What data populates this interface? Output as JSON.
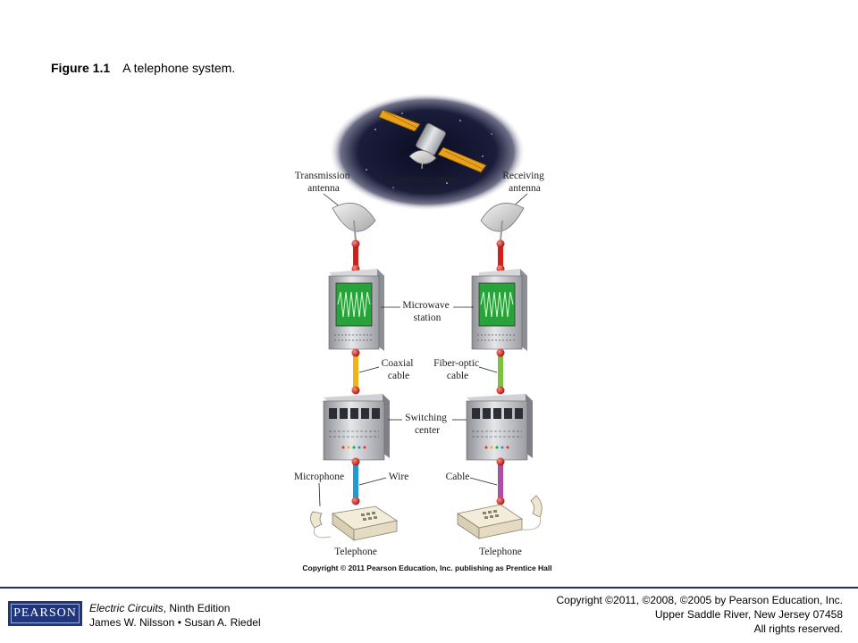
{
  "caption": {
    "number": "Figure 1.1",
    "text": "A telephone system."
  },
  "labels": {
    "transmission_antenna": [
      "Transmission",
      "antenna"
    ],
    "communications_satellite": [
      "Communications",
      "satellite"
    ],
    "receiving_antenna": [
      "Receiving",
      "antenna"
    ],
    "microwave_station": [
      "Microwave",
      "station"
    ],
    "coaxial_cable": [
      "Coaxial",
      "cable"
    ],
    "fiber_optic_cable": [
      "Fiber-optic",
      "cable"
    ],
    "switching_center": [
      "Switching",
      "center"
    ],
    "microphone": "Microphone",
    "wire": "Wire",
    "cable": "Cable",
    "telephone_left": "Telephone",
    "telephone_right": "Telephone"
  },
  "image_copyright": "Copyright © 2011 Pearson Education, Inc. publishing as Prentice Hall",
  "footer": {
    "logo": "PEARSON",
    "book_title": "Electric Circuits",
    "edition": ", Ninth Edition",
    "authors": "James W. Nilsson • Susan A. Riedel",
    "copyright_line1": "Copyright ©2011, ©2008, ©2005 by Pearson Education, Inc.",
    "copyright_line2": "Upper Saddle River, New Jersey 07458",
    "copyright_line3": "All rights reserved."
  },
  "colors": {
    "coaxial": "#f2b21a",
    "fiber": "#7cc242",
    "wire": "#1e9ad6",
    "cable": "#a94fa8",
    "link": "#d21f1a",
    "screen": "#27a33a",
    "brand": "#21357a"
  }
}
